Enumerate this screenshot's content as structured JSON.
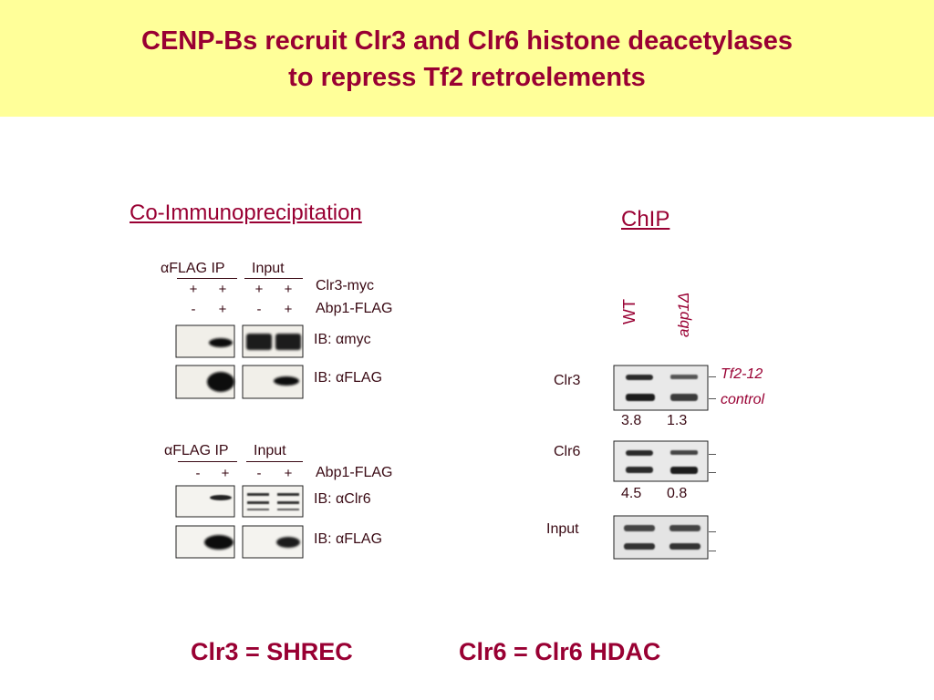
{
  "title": {
    "line1": "CENP-Bs recruit Clr3 and Clr6 histone deacetylases",
    "line2": "to repress Tf2 retroelements"
  },
  "coip": {
    "heading": "Co-Immunoprecipitation",
    "panel1": {
      "flag_ip_label": "αFLAG IP",
      "input_label": "Input",
      "row1": {
        "signs": [
          "+",
          "+",
          "+",
          "+"
        ],
        "label": "Clr3-myc"
      },
      "row2": {
        "signs": [
          "-",
          "+",
          "-",
          "+"
        ],
        "label": "Abp1-FLAG"
      },
      "blot1_label": "IB: αmyc",
      "blot2_label": "IB: αFLAG"
    },
    "panel2": {
      "flag_ip_label": "αFLAG IP",
      "input_label": "Input",
      "row1": {
        "signs": [
          "-",
          "+",
          "-",
          "+"
        ],
        "label": "Abp1-FLAG"
      },
      "blot1_label": "IB: αClr6",
      "blot2_label": "IB: αFLAG"
    }
  },
  "chip": {
    "heading": "ChIP",
    "lanes": [
      "WT",
      "abp1Δ"
    ],
    "rows": [
      {
        "label": "Clr3",
        "values": [
          "3.8",
          "1.3"
        ]
      },
      {
        "label": "Clr6",
        "values": [
          "4.5",
          "0.8"
        ]
      },
      {
        "label": "Input"
      }
    ],
    "band_labels": {
      "top": "Tf2-12",
      "bottom": "control"
    }
  },
  "summary": {
    "left": "Clr3 = SHREC",
    "right": "Clr6 = Clr6 HDAC"
  }
}
